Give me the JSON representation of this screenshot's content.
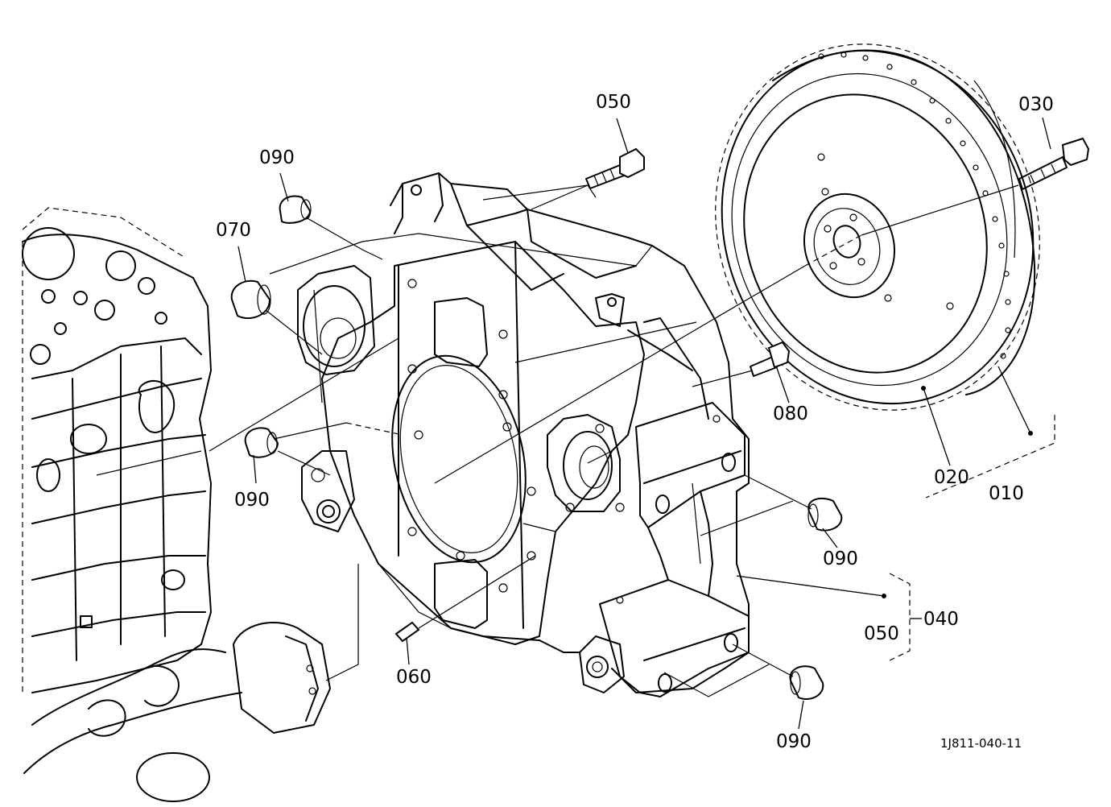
{
  "labels": {
    "p050_top": "050",
    "p090_tl": "090",
    "p070": "070",
    "p090_ml": "090",
    "p060": "060",
    "p080": "080",
    "p030": "030",
    "p020": "020",
    "p010": "010",
    "p090_r": "090",
    "p050_r": "050",
    "p040": "040",
    "p090_b": "090"
  },
  "drawing_code": "1J811-040-11"
}
